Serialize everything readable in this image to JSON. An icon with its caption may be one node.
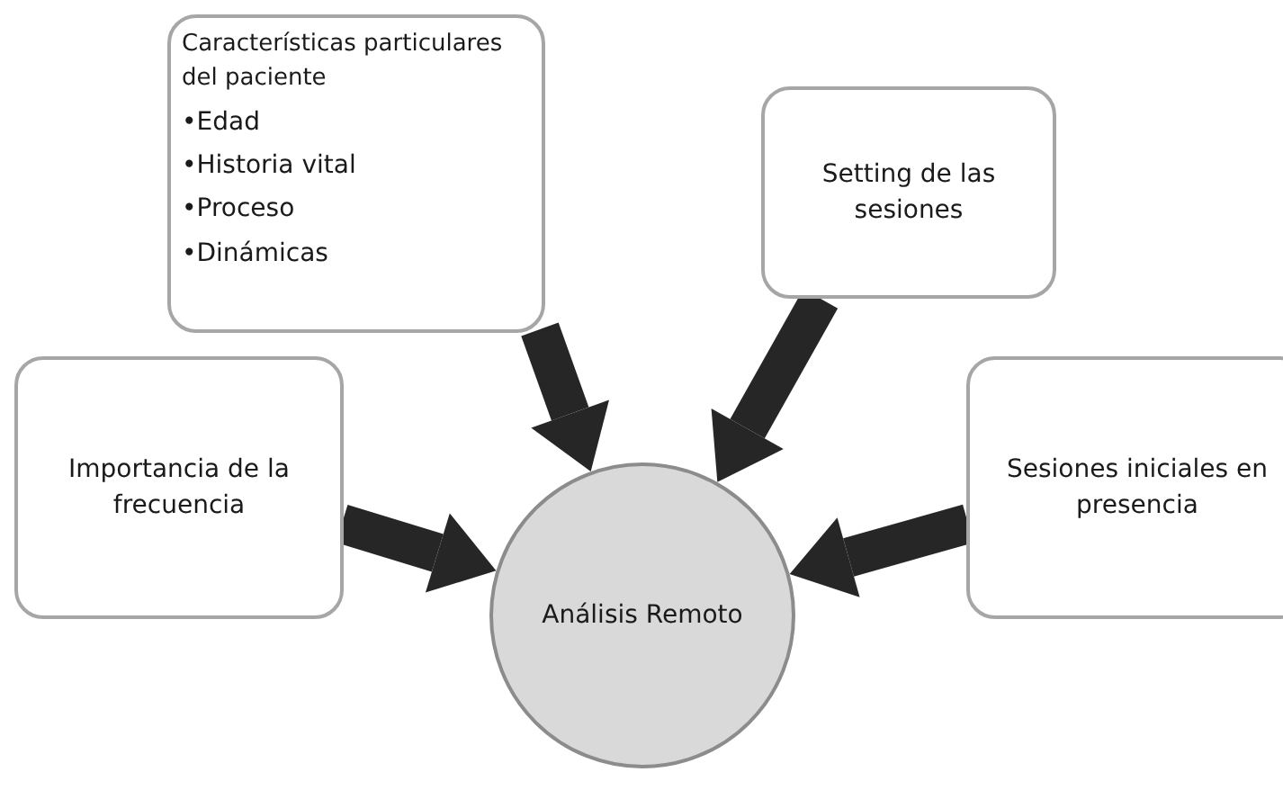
{
  "diagram": {
    "nodes": [
      {
        "text": [
          "Características particulares del paciente",
          "•Edad",
          "•Historia vital",
          "•Proceso",
          "•Dinámicas"
        ]
      },
      {
        "text": [
          "Setting de las sesiones"
        ]
      },
      {
        "text": [
          "Importancia de la frecuencia"
        ]
      },
      {
        "text": [
          "Sesiones iniciales en presencia"
        ]
      },
      {
        "text": [
          "Análisis Remoto"
        ]
      }
    ],
    "edges": [
      {
        "from": 0,
        "to": 4,
        "arrow": "to"
      },
      {
        "from": 1,
        "to": 4,
        "arrow": "to"
      },
      {
        "from": 2,
        "to": 4,
        "arrow": "to"
      },
      {
        "from": 3,
        "to": 4,
        "arrow": "to"
      }
    ]
  }
}
